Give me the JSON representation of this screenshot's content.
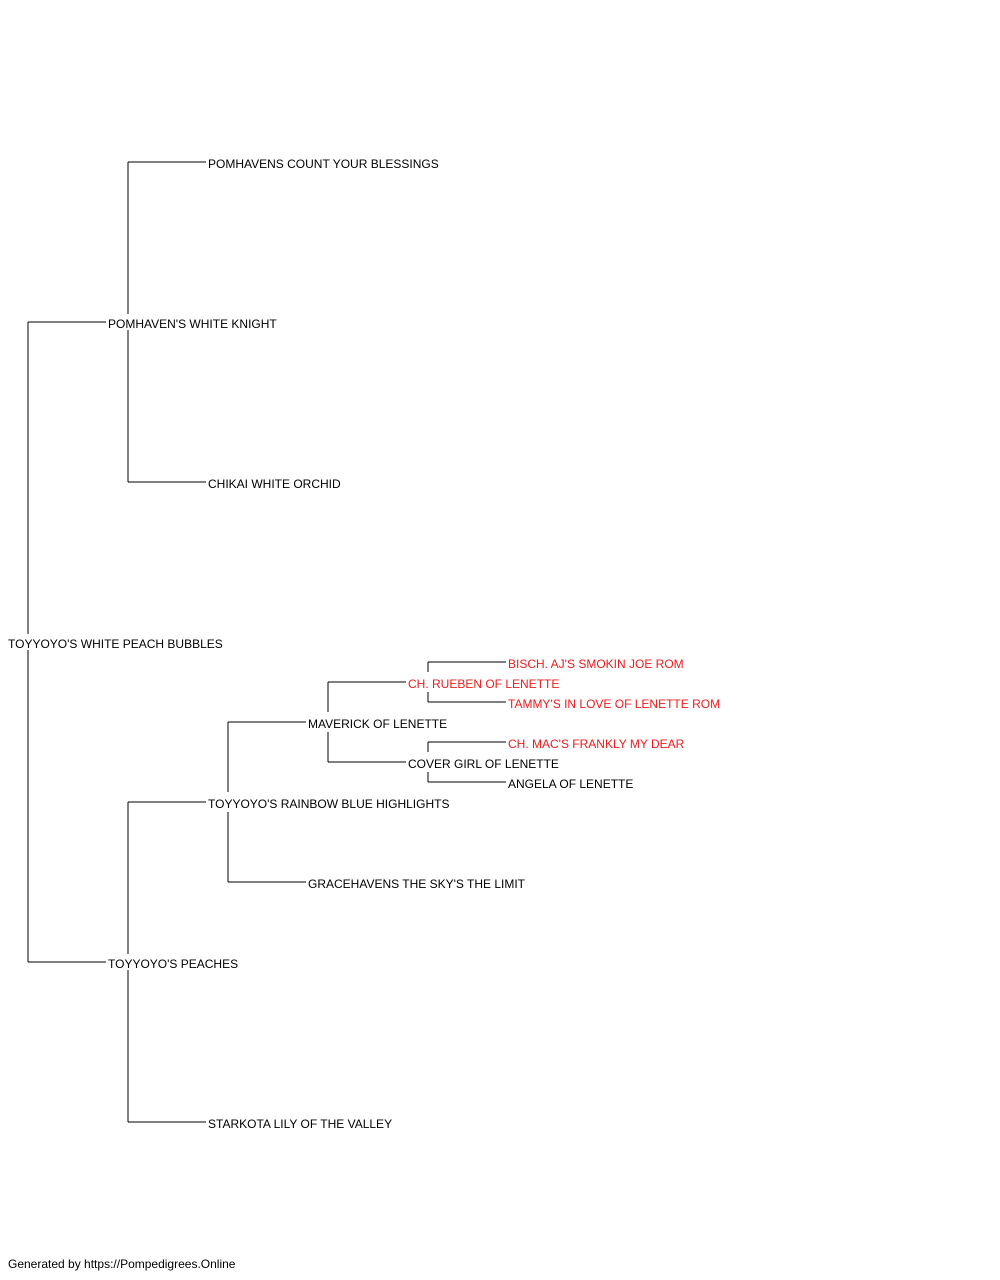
{
  "colors": {
    "normal": "#000000",
    "champion": "#ee1c1c",
    "connector": "#000000"
  },
  "pedigree": {
    "subject": {
      "name": "TOYYOYO'S WHITE PEACH BUBBLES",
      "sire": {
        "name": "POMHAVEN'S WHITE KNIGHT",
        "sire": {
          "name": "POMHAVENS COUNT YOUR BLESSINGS"
        },
        "dam": {
          "name": "CHIKAI WHITE ORCHID"
        }
      },
      "dam": {
        "name": "TOYYOYO'S PEACHES",
        "sire": {
          "name": "TOYYOYO'S RAINBOW BLUE HIGHLIGHTS",
          "sire": {
            "name": "MAVERICK OF LENETTE",
            "sire": {
              "name": "CH. RUEBEN OF LENETTE",
              "highlight": true,
              "sire": {
                "name": "BISCH. AJ'S SMOKIN JOE ROM",
                "highlight": true
              },
              "dam": {
                "name": "TAMMY'S IN LOVE OF LENETTE ROM",
                "highlight": true
              }
            },
            "dam": {
              "name": "COVER GIRL OF LENETTE",
              "sire": {
                "name": "CH. MAC'S FRANKLY MY DEAR",
                "highlight": true
              },
              "dam": {
                "name": "ANGELA OF LENETTE"
              }
            }
          },
          "dam": {
            "name": "GRACEHAVENS THE SKY'S THE LIMIT"
          }
        },
        "dam": {
          "name": "STARKOTA LILY OF THE VALLEY"
        }
      }
    }
  },
  "footer": {
    "text": "Generated by https://Pompedigrees.Online"
  }
}
